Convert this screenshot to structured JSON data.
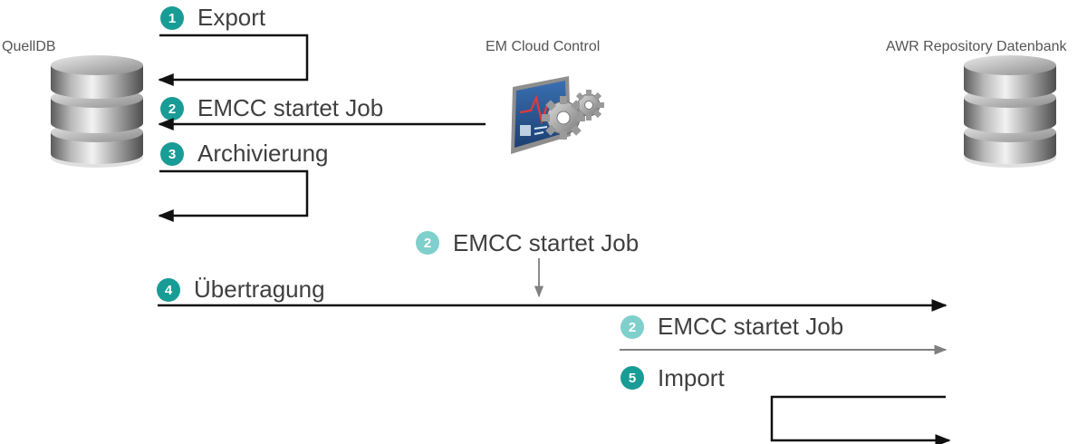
{
  "colors": {
    "badge": "#199c96",
    "badge_light": "#7fd0cc",
    "arrow": "#111111",
    "arrow_grey": "#808080"
  },
  "nodes": {
    "source_db": "QuellDB",
    "em": "EM Cloud Control",
    "awr_db": "AWR Repository Datenbank"
  },
  "steps": {
    "export": {
      "num": "1",
      "label": "Export"
    },
    "emcc_1": {
      "num": "2",
      "label": "EMCC startet Job"
    },
    "archive": {
      "num": "3",
      "label": "Archivierung"
    },
    "emcc_2": {
      "num": "2",
      "label": "EMCC startet Job"
    },
    "transfer": {
      "num": "4",
      "label": "Übertragung"
    },
    "emcc_3": {
      "num": "2",
      "label": "EMCC startet Job"
    },
    "import": {
      "num": "5",
      "label": "Import"
    }
  }
}
